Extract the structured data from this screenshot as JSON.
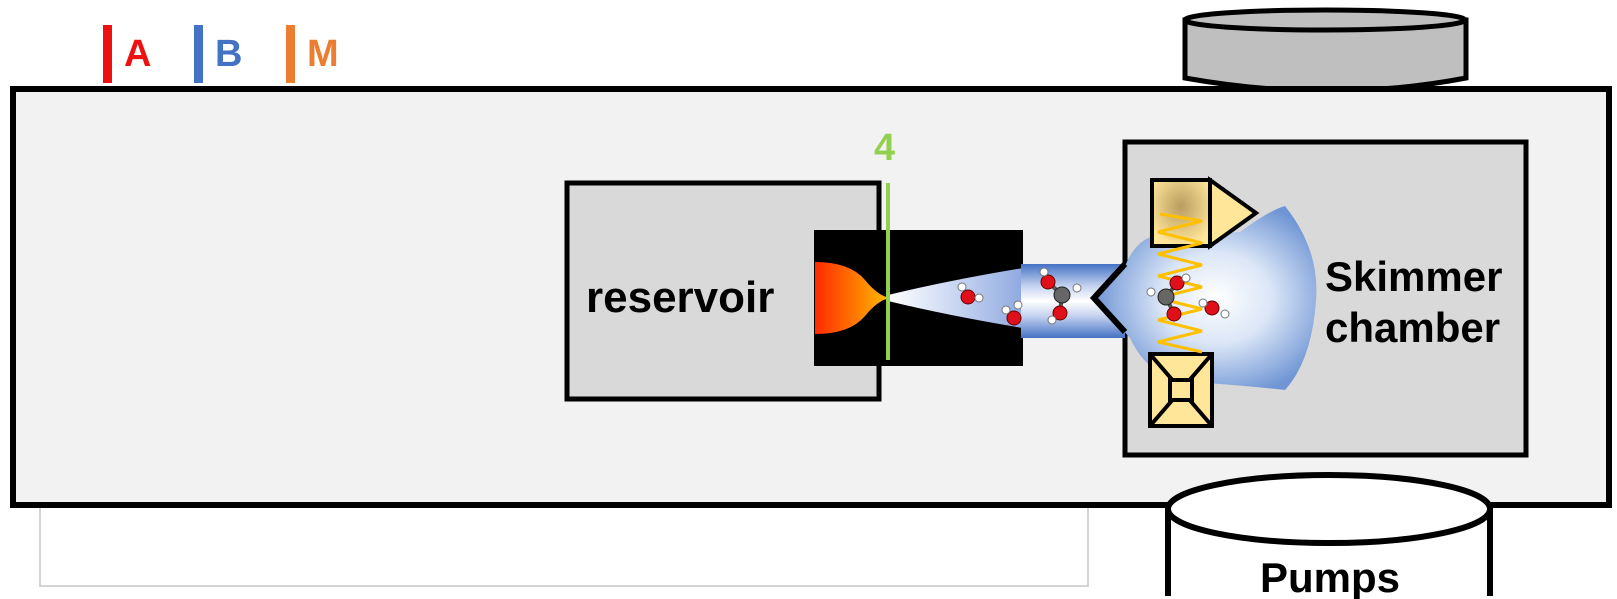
{
  "legend": {
    "items": [
      {
        "label": "A",
        "color": "#ee1111"
      },
      {
        "label": "B",
        "color": "#4472c4"
      },
      {
        "label": "M",
        "color": "#ed7d31"
      }
    ]
  },
  "labels": {
    "reservoir": "reservoir",
    "skimmer_line1": "Skimmer",
    "skimmer_line2": "chamber",
    "pumps": "Pumps",
    "position_marker": "4"
  },
  "colors": {
    "outer_chamber": "#f2f2f2",
    "inner_box": "#d9d9d9",
    "flange": "#bfbfbf",
    "marker": "#92d050",
    "beam": "#4472c4",
    "source_hot": "#ff2a00",
    "source_warm": "#ffb000",
    "skimmer_cone": "#ffe699",
    "spring": "#ffc000",
    "molecule_o": "#e0101a",
    "molecule_c": "#666666",
    "molecule_h": "#ffffff"
  },
  "icons": {
    "molecules": "water-and-methanol-molecule-icons",
    "spring": "spring-coil-icon",
    "skimmer": "skimmer-cone-icon"
  }
}
